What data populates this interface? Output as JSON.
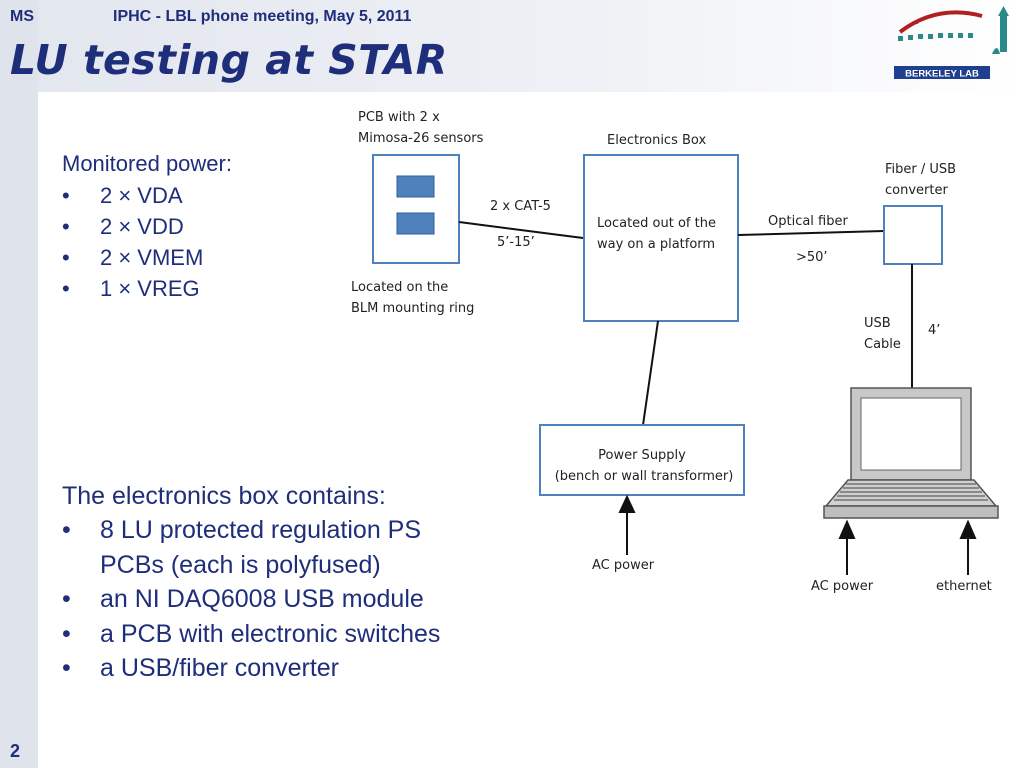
{
  "header": {
    "author": "MS",
    "meeting": "IPHC - LBL phone meeting, May 5, 2011"
  },
  "title": "LU testing at STAR",
  "slide_number": "2",
  "logo": {
    "icon": "berkeley-lab-logo-icon",
    "text": "BERKELEY LAB"
  },
  "monitored_power": {
    "heading": "Monitored power:",
    "items": [
      "2 × VDA",
      "2 × VDD",
      "2 × VMEM",
      "1 × VREG"
    ]
  },
  "electronics_box": {
    "heading": "The electronics box contains:",
    "items": [
      "8 LU protected regulation PS",
      "PCBs (each is polyfused)",
      "an NI DAQ6008 USB module",
      "a PCB with electronic switches",
      "a USB/fiber converter"
    ]
  },
  "diagram": {
    "pcb_label": [
      "PCB with 2 x",
      "Mimosa-26 sensors"
    ],
    "pcb_location": [
      "Located on the",
      "BLM mounting ring"
    ],
    "cat5_label": "2 x CAT-5",
    "cat5_length": "5’-15’",
    "ebox_title": "Electronics Box",
    "ebox_text": [
      "Located out of the",
      "way on a platform"
    ],
    "optical_label": "Optical fiber",
    "optical_length": ">50’",
    "converter_label": [
      "Fiber / USB",
      "converter"
    ],
    "usb_label": [
      "USB",
      "Cable"
    ],
    "usb_length": "4’",
    "psu_text": [
      "Power Supply",
      "(bench or wall transformer)"
    ],
    "ac_power_psu": "AC power",
    "ac_power_laptop": "AC power",
    "ethernet": "ethernet",
    "colors": {
      "sensor": "#4f81bd",
      "box_border": "#4f81bd"
    }
  }
}
